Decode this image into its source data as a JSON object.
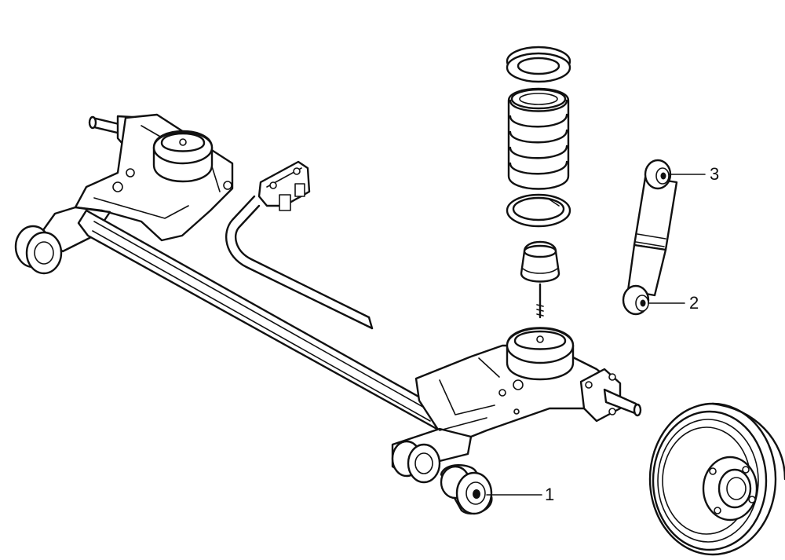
{
  "callouts": [
    {
      "label": "1",
      "part": "bushing"
    },
    {
      "label": "2",
      "part": "shock-absorber-lower-mount"
    },
    {
      "label": "3",
      "part": "shock-absorber-upper-mount"
    }
  ],
  "colors": {
    "line": "#111111",
    "background": "#ffffff"
  }
}
